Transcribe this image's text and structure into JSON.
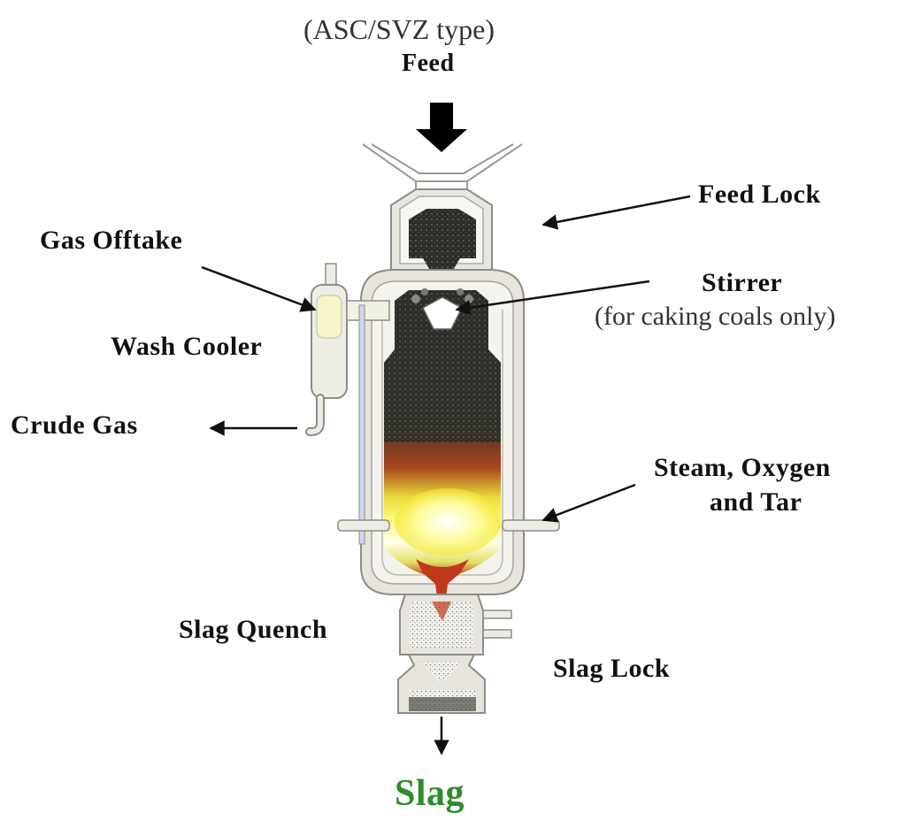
{
  "header": {
    "subtitle": "(ASC/SVZ type)",
    "feed": "Feed"
  },
  "labels": {
    "feed_lock": "Feed Lock",
    "gas_offtake": "Gas Offtake",
    "stirrer": "Stirrer",
    "stirrer_note": "(for caking coals only)",
    "wash_cooler": "Wash Cooler",
    "crude_gas": "Crude Gas",
    "steam_line1": "Steam, Oxygen",
    "steam_line2": "and Tar",
    "slag_quench": "Slag Quench",
    "slag_lock": "Slag Lock",
    "slag": "Slag"
  },
  "colors": {
    "slag_text": "#2e8b2e",
    "coal": "#2a2a2a",
    "hot_zone": "#f4f020",
    "molten_slag": "#c0391c",
    "vessel": "#e8e6e0"
  }
}
